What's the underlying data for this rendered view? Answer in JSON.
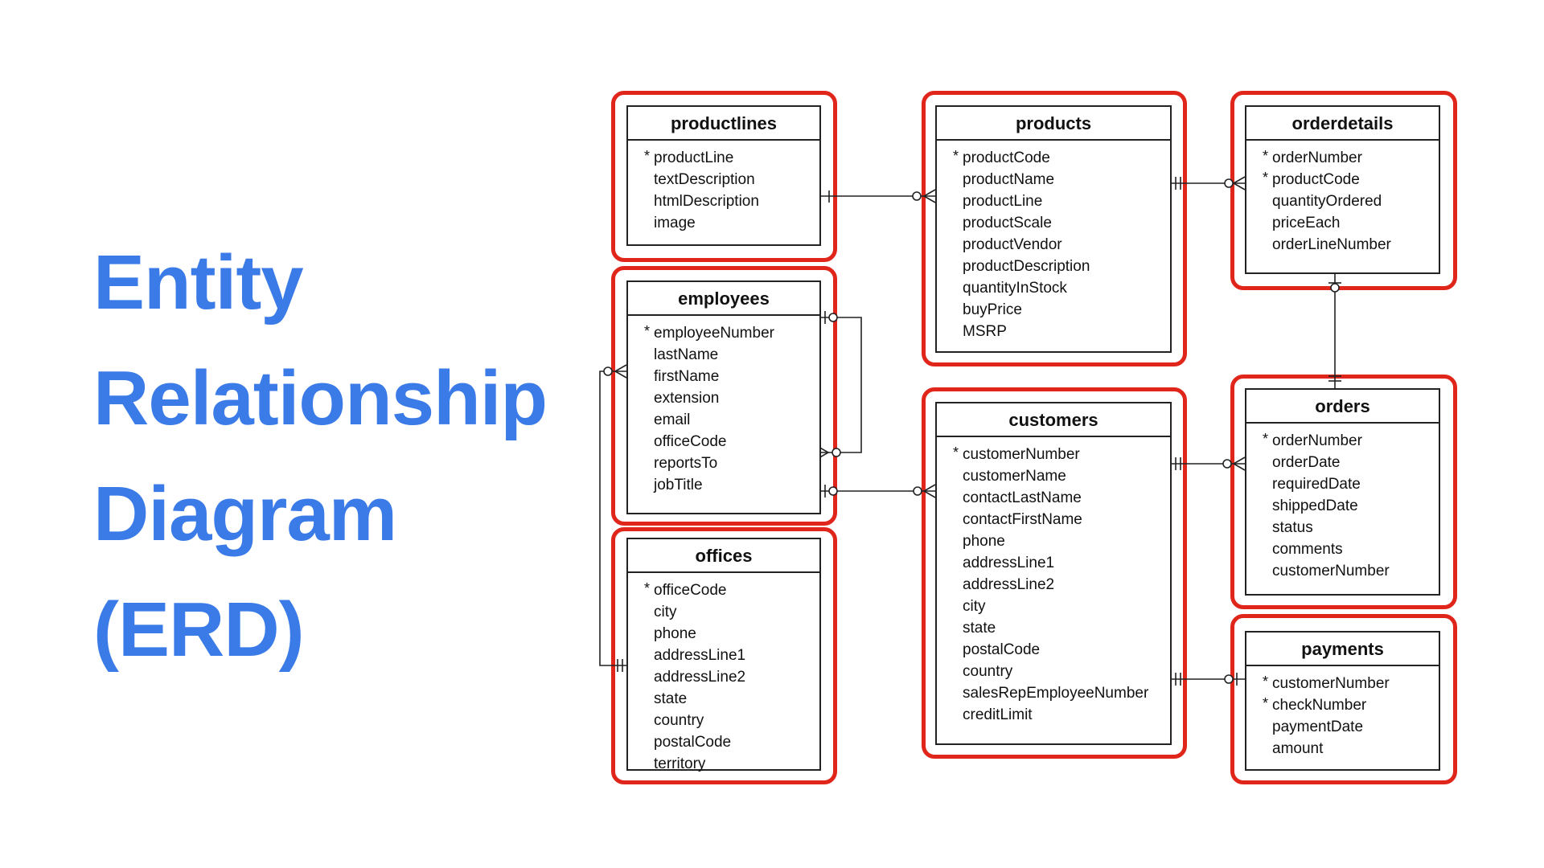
{
  "title": {
    "lines": [
      "Entity",
      "Relationship",
      "Diagram",
      "(ERD)"
    ],
    "color": "#3b7be8"
  },
  "highlight_color": "#e0261b",
  "entities": {
    "productlines": {
      "name": "productlines",
      "attributes": [
        {
          "pk": "*",
          "name": "productLine"
        },
        {
          "pk": "",
          "name": "textDescription"
        },
        {
          "pk": "",
          "name": "htmlDescription"
        },
        {
          "pk": "",
          "name": "image"
        }
      ]
    },
    "products": {
      "name": "products",
      "attributes": [
        {
          "pk": "*",
          "name": "productCode"
        },
        {
          "pk": "",
          "name": "productName"
        },
        {
          "pk": "",
          "name": "productLine"
        },
        {
          "pk": "",
          "name": "productScale"
        },
        {
          "pk": "",
          "name": "productVendor"
        },
        {
          "pk": "",
          "name": "productDescription"
        },
        {
          "pk": "",
          "name": "quantityInStock"
        },
        {
          "pk": "",
          "name": "buyPrice"
        },
        {
          "pk": "",
          "name": "MSRP"
        }
      ]
    },
    "orderdetails": {
      "name": "orderdetails",
      "attributes": [
        {
          "pk": "*",
          "name": "orderNumber"
        },
        {
          "pk": "*",
          "name": "productCode"
        },
        {
          "pk": "",
          "name": "quantityOrdered"
        },
        {
          "pk": "",
          "name": "priceEach"
        },
        {
          "pk": "",
          "name": "orderLineNumber"
        }
      ]
    },
    "employees": {
      "name": "employees",
      "attributes": [
        {
          "pk": "*",
          "name": "employeeNumber"
        },
        {
          "pk": "",
          "name": "lastName"
        },
        {
          "pk": "",
          "name": "firstName"
        },
        {
          "pk": "",
          "name": "extension"
        },
        {
          "pk": "",
          "name": "email"
        },
        {
          "pk": "",
          "name": "officeCode"
        },
        {
          "pk": "",
          "name": "reportsTo"
        },
        {
          "pk": "",
          "name": "jobTitle"
        }
      ]
    },
    "customers": {
      "name": "customers",
      "attributes": [
        {
          "pk": "*",
          "name": "customerNumber"
        },
        {
          "pk": "",
          "name": "customerName"
        },
        {
          "pk": "",
          "name": "contactLastName"
        },
        {
          "pk": "",
          "name": "contactFirstName"
        },
        {
          "pk": "",
          "name": "phone"
        },
        {
          "pk": "",
          "name": "addressLine1"
        },
        {
          "pk": "",
          "name": "addressLine2"
        },
        {
          "pk": "",
          "name": "city"
        },
        {
          "pk": "",
          "name": "state"
        },
        {
          "pk": "",
          "name": "postalCode"
        },
        {
          "pk": "",
          "name": "country"
        },
        {
          "pk": "",
          "name": "salesRepEmployeeNumber"
        },
        {
          "pk": "",
          "name": "creditLimit"
        }
      ]
    },
    "orders": {
      "name": "orders",
      "attributes": [
        {
          "pk": "*",
          "name": "orderNumber"
        },
        {
          "pk": "",
          "name": "orderDate"
        },
        {
          "pk": "",
          "name": "requiredDate"
        },
        {
          "pk": "",
          "name": "shippedDate"
        },
        {
          "pk": "",
          "name": "status"
        },
        {
          "pk": "",
          "name": "comments"
        },
        {
          "pk": "",
          "name": "customerNumber"
        }
      ]
    },
    "offices": {
      "name": "offices",
      "attributes": [
        {
          "pk": "*",
          "name": "officeCode"
        },
        {
          "pk": "",
          "name": "city"
        },
        {
          "pk": "",
          "name": "phone"
        },
        {
          "pk": "",
          "name": "addressLine1"
        },
        {
          "pk": "",
          "name": "addressLine2"
        },
        {
          "pk": "",
          "name": "state"
        },
        {
          "pk": "",
          "name": "country"
        },
        {
          "pk": "",
          "name": "postalCode"
        },
        {
          "pk": "",
          "name": "territory"
        }
      ]
    },
    "payments": {
      "name": "payments",
      "attributes": [
        {
          "pk": "*",
          "name": "customerNumber"
        },
        {
          "pk": "*",
          "name": "checkNumber"
        },
        {
          "pk": "",
          "name": "paymentDate"
        },
        {
          "pk": "",
          "name": "amount"
        }
      ]
    }
  }
}
